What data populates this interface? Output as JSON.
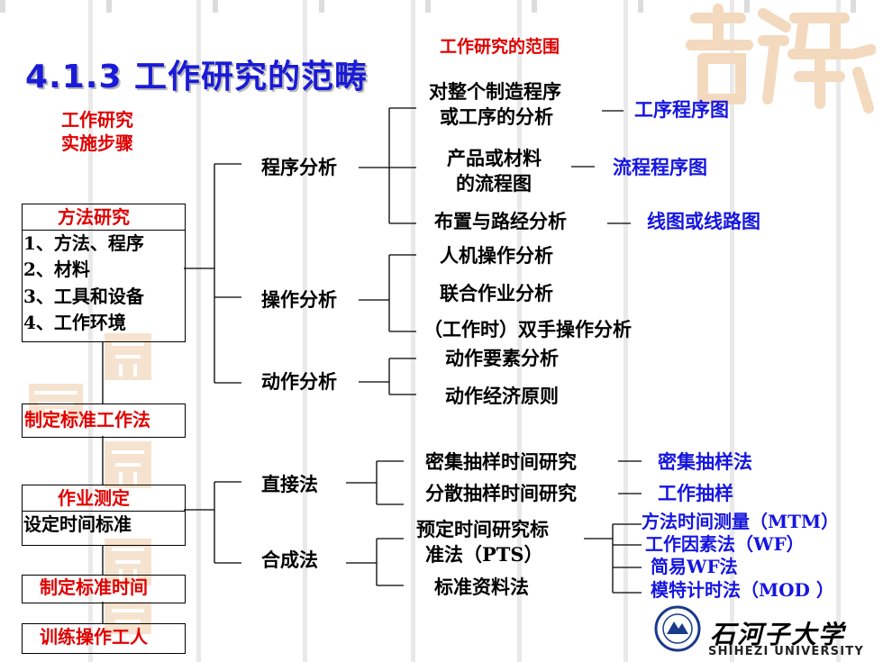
{
  "title": "4.1.3 工作研究的范畴",
  "scope_label": "工作研究的范围",
  "steps_label": [
    "工作研究",
    "实施步骤"
  ],
  "left_column": {
    "method_study": {
      "title": "方法研究",
      "items": [
        "1、方法、程序",
        "2、材料",
        "3、工具和设备",
        "4、工作环境"
      ]
    },
    "set_standard_method": "制定标准工作法",
    "work_measurement": {
      "title": "作业测定",
      "subtitle": "设定时间标准"
    },
    "set_standard_time": "制定标准时间",
    "train_workers": "训练操作工人"
  },
  "process_analysis": {
    "label": "程序分析",
    "items": [
      {
        "text": [
          "对整个制造程序",
          "或工序的分析"
        ],
        "tool": "工序程序图"
      },
      {
        "text": [
          "产品或材料",
          "的流程图"
        ],
        "tool": "流程程序图"
      },
      {
        "text": [
          "布置与路经分析"
        ],
        "tool": "线图或线路图"
      }
    ]
  },
  "operation_analysis": {
    "label": "操作分析",
    "items": [
      "人机操作分析",
      "联合作业分析",
      "（工作时）双手操作分析"
    ]
  },
  "motion_analysis": {
    "label": "动作分析",
    "items": [
      "动作要素分析",
      "动作经济原则"
    ]
  },
  "direct_method": {
    "label": "直接法",
    "items": [
      {
        "text": "密集抽样时间研究",
        "tool": "密集抽样法"
      },
      {
        "text": "分散抽样时间研究",
        "tool": "工作抽样"
      }
    ]
  },
  "synthetic_method": {
    "label": "合成法",
    "items": [
      [
        "预定时间研究标",
        "准法（PTS）"
      ],
      "标准资料法"
    ],
    "pts_methods": [
      "方法时间测量（MTM）",
      "工作因素法（WF）",
      "简易WF法",
      "模特计时法（MOD ）"
    ]
  },
  "university": {
    "name_cn": "石河子大学",
    "name_en": "SHIHEZI UNIVERSITY"
  },
  "colors": {
    "title": "#1a1ad8",
    "blue_text": "#1515e0",
    "red_text": "#e00000",
    "decor_orange": "#f3d9bd",
    "logo_blue": "#1a3a8a"
  }
}
